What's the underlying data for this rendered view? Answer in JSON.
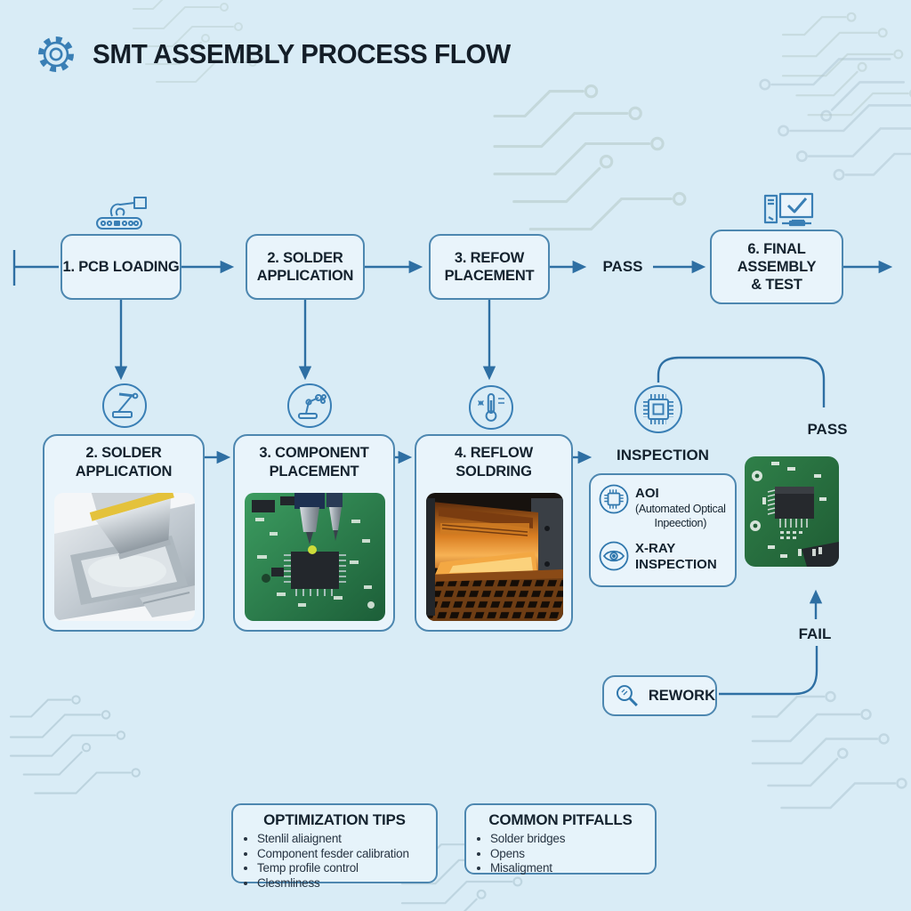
{
  "title": "SMT ASSEMBLY PROCESS FLOW",
  "colors": {
    "background": "#d9ecf6",
    "box_fill": "#e9f4fb",
    "box_border": "#4d87b0",
    "connector": "#2e6fa3",
    "text": "#14222e"
  },
  "top_flow": {
    "step1": "1. PCB LOADING",
    "step2": "2. SOLDER\nAPPLICATION",
    "step3": "3. REFOW\nPLACEMENT",
    "pass_label": "PASS",
    "step6": "6. FINAL\nASSEMBLY\n& TEST"
  },
  "detail_flow": {
    "solder": "2. SOLDER\nAPPLICATION",
    "placement": "3. COMPONENT\nPLACEMENT",
    "reflow": "4. REFLOW\nSOLDRING",
    "inspection_heading": "INSPECTION",
    "aoi_label": "AOI",
    "aoi_sub": "(Automated Optical\nInpeection)",
    "xray_label": "X-RAY\nINSPECTION",
    "pass_label": "PASS",
    "fail_label": "FAIL",
    "rework_label": "REWORK"
  },
  "notes": {
    "optimization": {
      "title": "OPTIMIZATION TIPS",
      "items": [
        "Stenlil aliaignent",
        "Component fesder calibration",
        "Temp profile control",
        "Clesmliness"
      ]
    },
    "pitfalls": {
      "title": "COMMON PITFALLS",
      "items": [
        "Solder bridges",
        "Opens",
        "Misaligment"
      ]
    }
  }
}
